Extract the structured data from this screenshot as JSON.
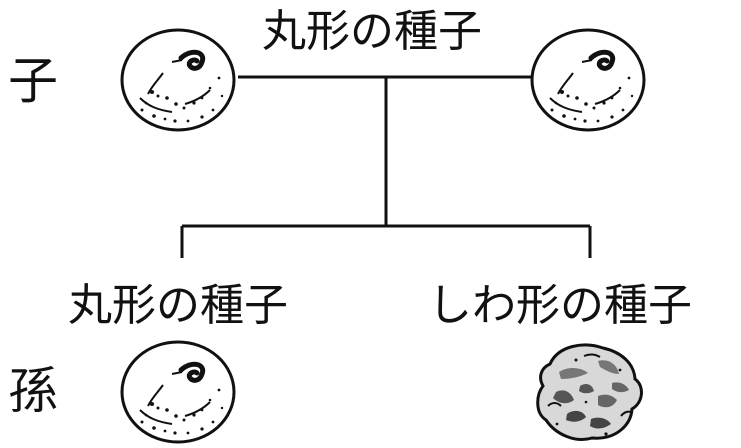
{
  "generations": {
    "child": "子",
    "grandchild": "孫"
  },
  "labels": {
    "parent_pair": "丸形の種子",
    "grandchild_left": "丸形の種子",
    "grandchild_right": "しわ形の種子"
  },
  "seeds": {
    "child_left": "round-seed",
    "child_right": "round-seed",
    "grandchild_left": "round-seed",
    "grandchild_right": "wrinkled-seed"
  },
  "colors": {
    "line": "#111111",
    "round_seed_fill": "#ffffff",
    "wrinkled_seed_fill": "#d8d8d8"
  }
}
